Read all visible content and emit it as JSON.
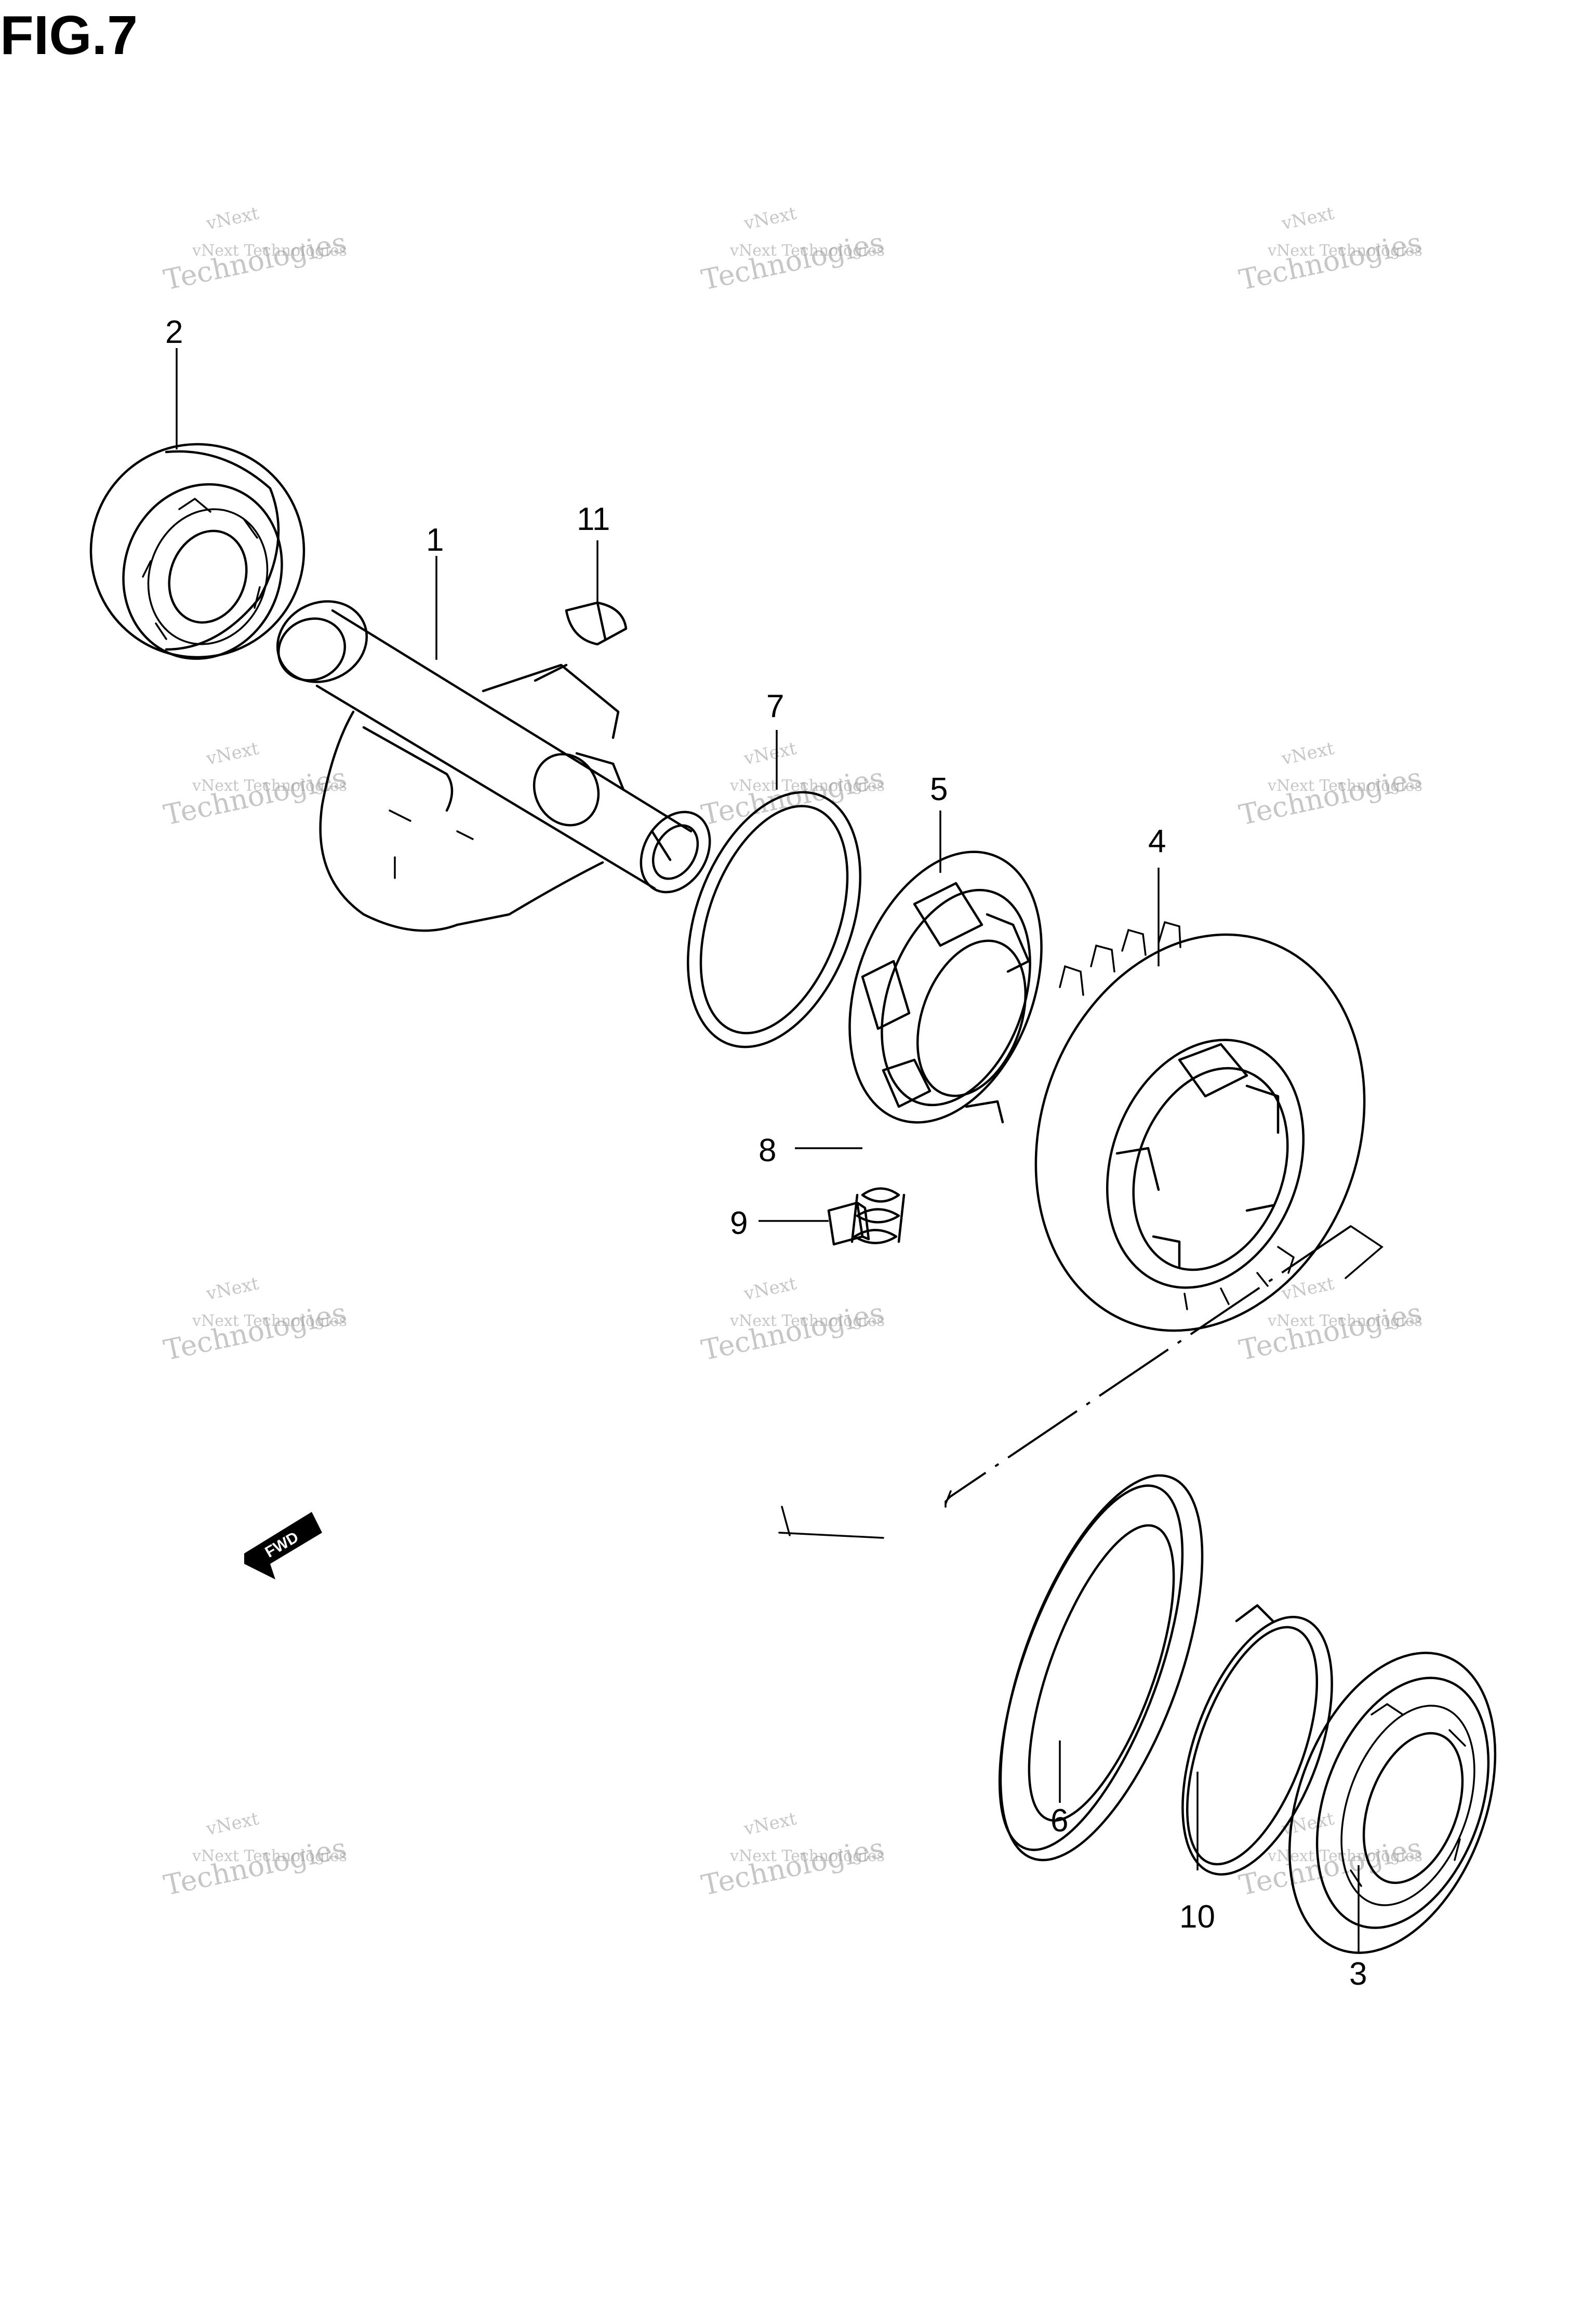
{
  "figure": {
    "title": "FIG.7"
  },
  "watermark": {
    "line1": "vNext",
    "line2": "vNext Technologies",
    "line3": "Technologies"
  },
  "fwd_marker": {
    "label": "FWD"
  },
  "callouts": {
    "p1": "1",
    "p2": "2",
    "p3": "3",
    "p4": "4",
    "p5": "5",
    "p6": "6",
    "p7": "7",
    "p8": "8",
    "p9": "9",
    "p10": "10",
    "p11": "11"
  }
}
